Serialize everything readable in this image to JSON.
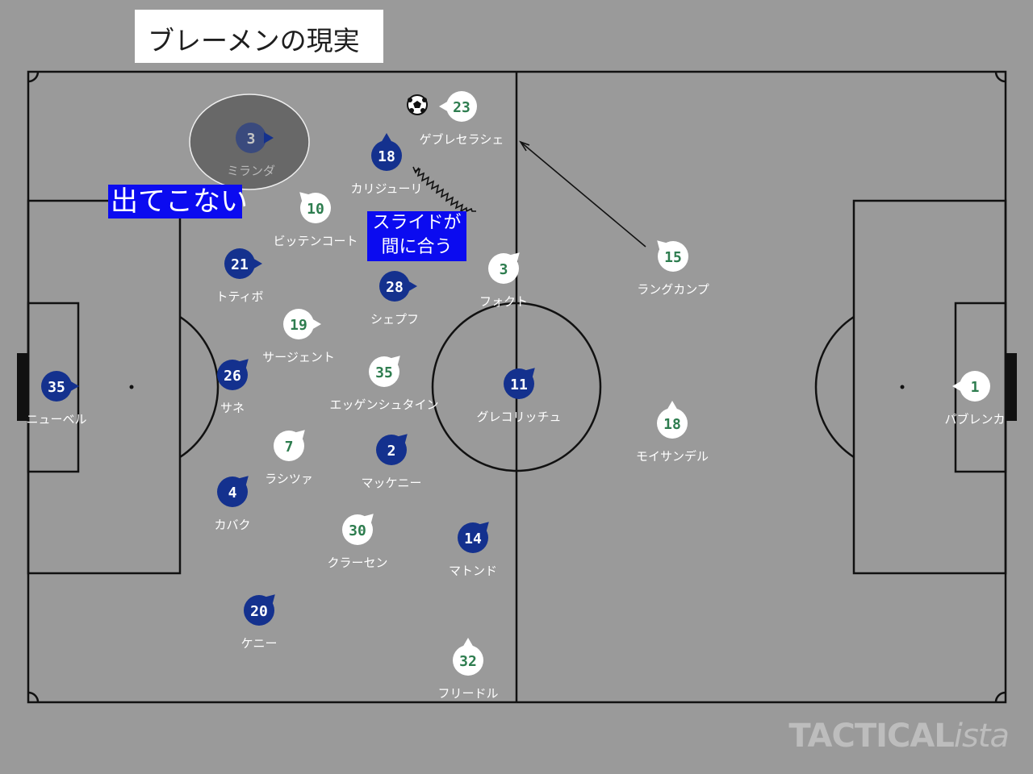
{
  "title": "ブレーメンの現実",
  "callouts": {
    "not_coming_out": "出てこない",
    "slide_line1": "スライドが",
    "slide_line2": "間に合う"
  },
  "watermark": {
    "bold": "TACTICAL",
    "italic": "ista"
  },
  "colors": {
    "pitch": "#9a9a9a",
    "lines": "#111111",
    "team_blue": "#14318e",
    "team_white": "#ffffff",
    "white_number": "#2e7d4f",
    "callout_bg": "#0b0bf0",
    "highlight": "#686868"
  },
  "players_blue": [
    {
      "number": "3",
      "name": "ミランダ",
      "highlighted": true
    },
    {
      "number": "18",
      "name": "カリジューリ"
    },
    {
      "number": "21",
      "name": "トティボ"
    },
    {
      "number": "28",
      "name": "シェプフ"
    },
    {
      "number": "35",
      "name": "ニューベル"
    },
    {
      "number": "26",
      "name": "サネ"
    },
    {
      "number": "11",
      "name": "グレコリッチュ"
    },
    {
      "number": "2",
      "name": "マッケニー"
    },
    {
      "number": "4",
      "name": "カバク"
    },
    {
      "number": "14",
      "name": "マトンド"
    },
    {
      "number": "20",
      "name": "ケニー"
    }
  ],
  "players_white": [
    {
      "number": "23",
      "name": "ゲブレセラシェ",
      "has_ball": true
    },
    {
      "number": "10",
      "name": "ビッテンコート"
    },
    {
      "number": "3",
      "name": "フォクト"
    },
    {
      "number": "15",
      "name": "ラングカンプ"
    },
    {
      "number": "19",
      "name": "サージェント"
    },
    {
      "number": "35",
      "name": "エッゲンシュタイン"
    },
    {
      "number": "1",
      "name": "パブレンカ"
    },
    {
      "number": "18",
      "name": "モイサンデル"
    },
    {
      "number": "7",
      "name": "ラシツァ"
    },
    {
      "number": "30",
      "name": "クラーセン"
    },
    {
      "number": "32",
      "name": "フリードル"
    }
  ]
}
